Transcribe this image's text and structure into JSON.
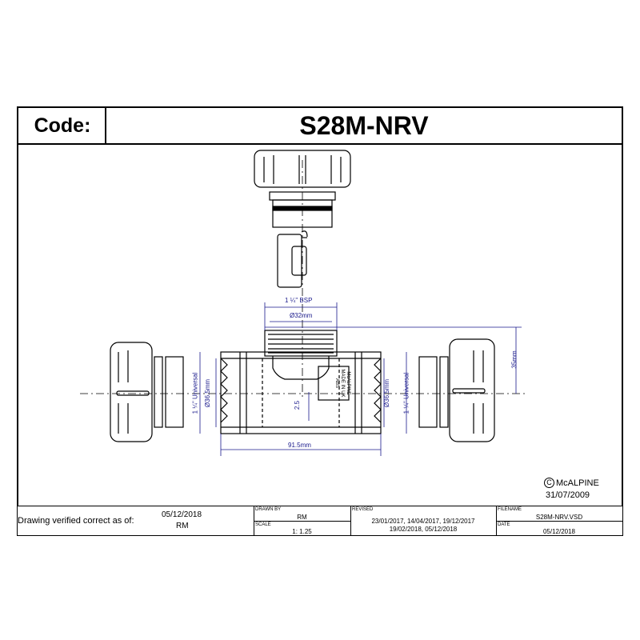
{
  "header": {
    "code_label": "Code:",
    "code_value": "S28M-NRV"
  },
  "drawing": {
    "dimensions": {
      "bsp": "1 ¼\" BSP",
      "dia32": "Ø32mm",
      "height35": "35mm",
      "universal_left": "1 ¼\" Universal",
      "dia36_left": "Ø36.5mm",
      "universal_right": "1 ¼\" Universal",
      "dia36_right": "Ø36.5mm",
      "offset25": "2.5",
      "length915": "91.5mm"
    },
    "body_marking": [
      "McALPINE",
      "MADE IN UK",
      "ABS"
    ]
  },
  "brand": {
    "logo_text": "McALPINE",
    "logo_date": "31/07/2009"
  },
  "footer": {
    "verified_label": "Drawing verified correct as of:",
    "verified_date": "05/12/2018",
    "verified_by": "RM",
    "drawn_by_label": "DRAWN BY",
    "drawn_by_value": "RM",
    "scale_label": "SCALE",
    "scale_value": "1: 1.25",
    "revised_label": "REVISED",
    "revised_line1": "23/01/2017, 14/04/2017, 19/12/2017",
    "revised_line2": "19/02/2018, 05/12/2018",
    "filename_label": "FILENAME",
    "filename_value": "S28M-NRV.VSD",
    "date_label": "DATE",
    "date_value": "05/12/2018"
  },
  "colors": {
    "dimension": "#1a1a8c",
    "line": "#000000"
  }
}
